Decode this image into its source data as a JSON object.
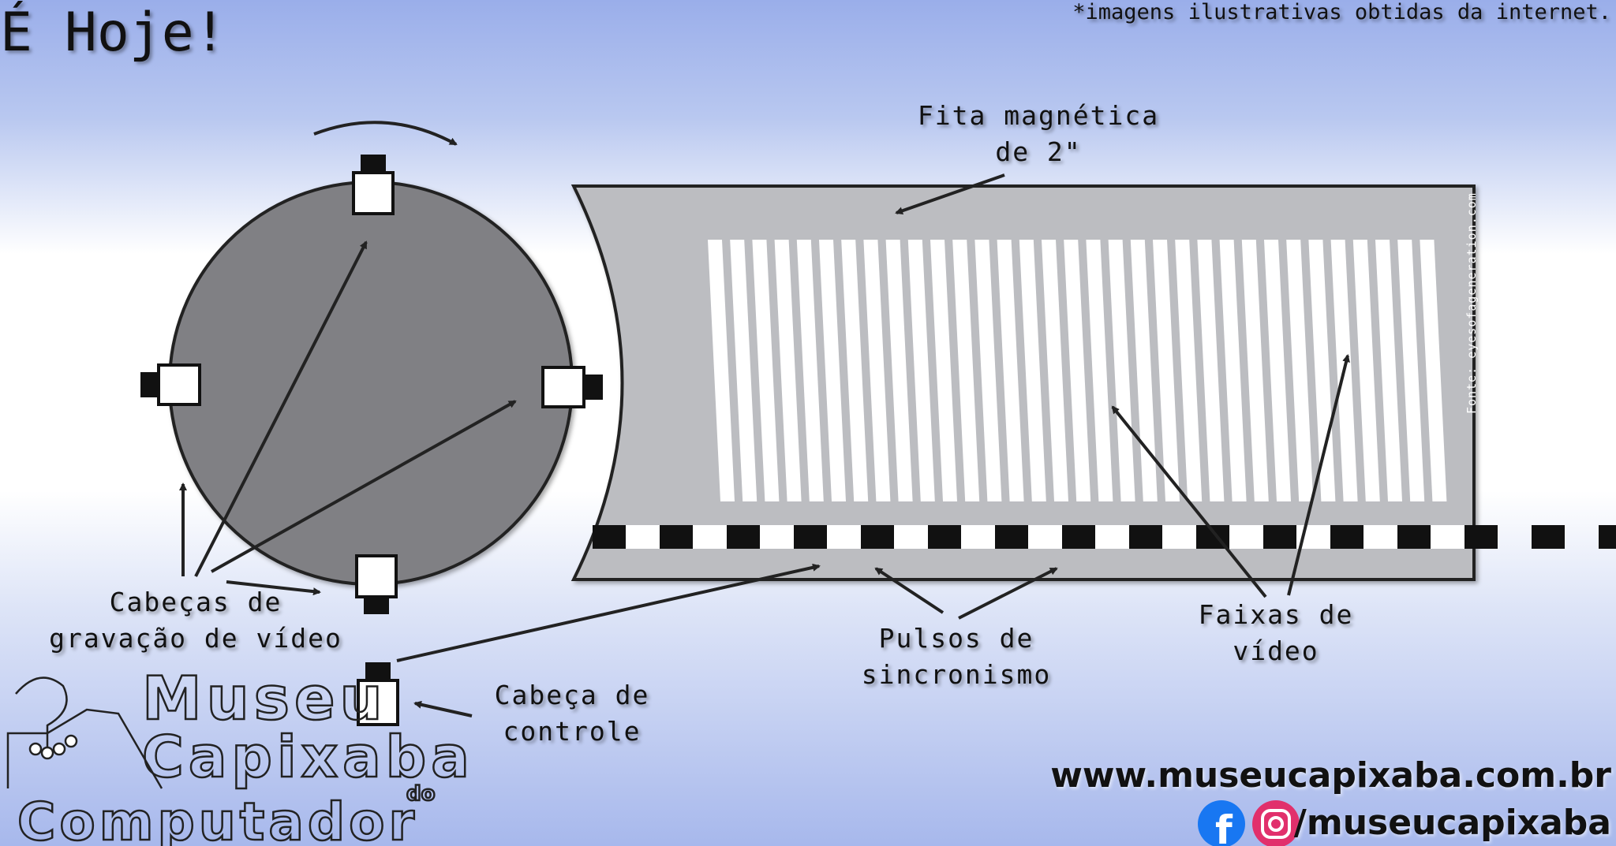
{
  "header": {
    "title": "É Hoje!",
    "note": "*imagens ilustrativas obtidas da internet."
  },
  "labels": {
    "tape": [
      "Fita magnética",
      "de 2\""
    ],
    "recording_heads": [
      "Cabeças de",
      "gravação de vídeo"
    ],
    "control_head": [
      "Cabeça de",
      "controle"
    ],
    "sync_pulses": [
      "Pulsos de",
      "sincronismo"
    ],
    "video_tracks": [
      "Faixas de",
      "vídeo"
    ],
    "source": "Fonte: eyesofageneration.com"
  },
  "logo": {
    "line1": "Museu",
    "line2": "Capixaba",
    "line3": "do",
    "line4": "Computador"
  },
  "footer": {
    "website": "www.museucapixaba.com.br",
    "social": "/museucapixaba",
    "icons": [
      "facebook-icon",
      "instagram-icon"
    ]
  },
  "colors": {
    "drum": "#808084",
    "tape": "#bcbdc1",
    "facebook": "#1877f2",
    "instagram": "#e1306c"
  }
}
